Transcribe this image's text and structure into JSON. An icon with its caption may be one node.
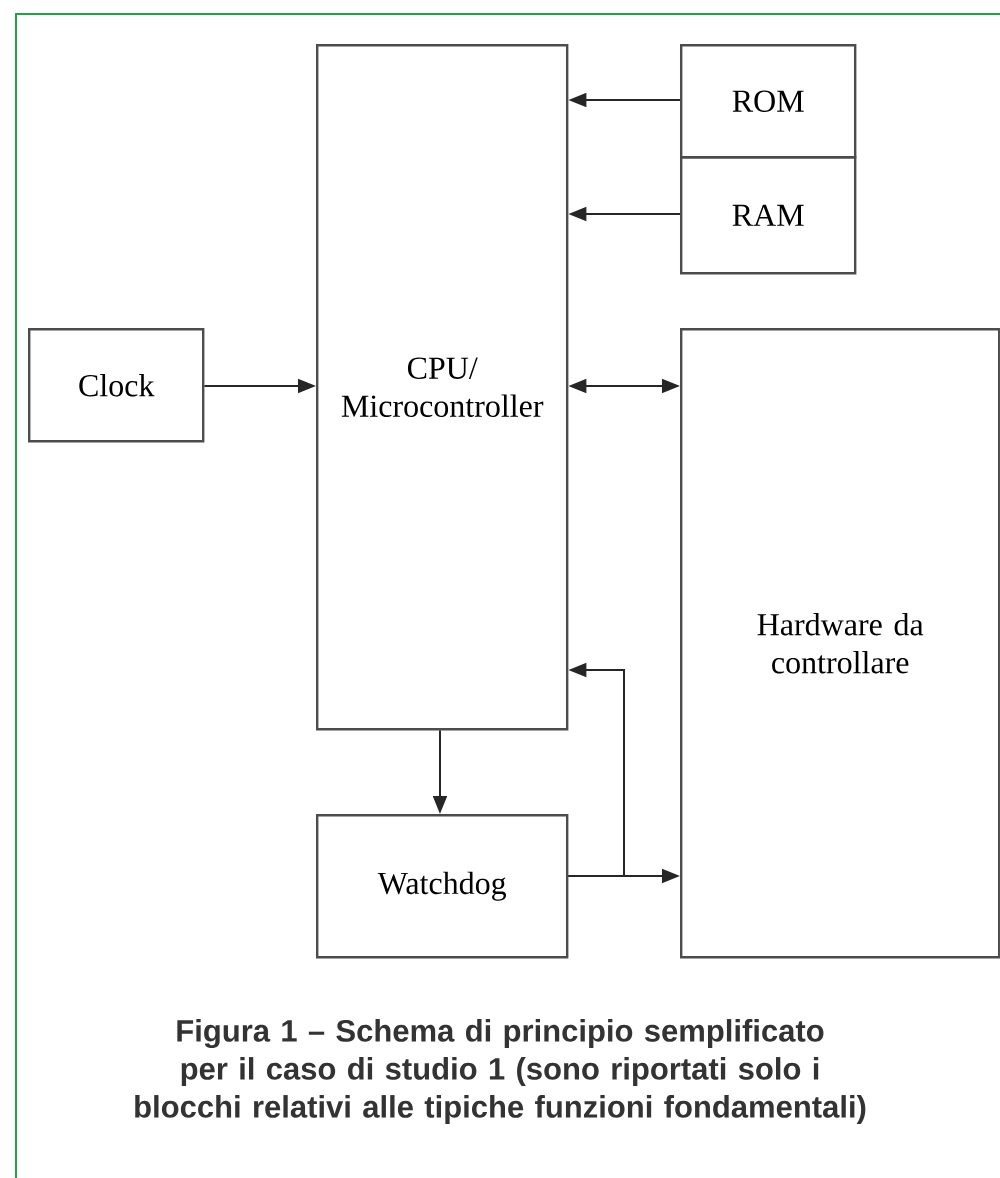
{
  "diagram": {
    "caption": "Figura 1 – Schema di principio semplificato per il caso di studio 1 (sono riportati solo i blocchi relativi alle tipiche funzioni fondamentali)",
    "nodes": [
      {
        "text": [
          "Clock"
        ]
      },
      {
        "text": [
          "CPU/ Microcontroller"
        ]
      },
      {
        "text": [
          "ROM"
        ]
      },
      {
        "text": [
          "RAM"
        ]
      },
      {
        "text": [
          "Hardware da controllare"
        ]
      },
      {
        "text": [
          "Watchdog"
        ]
      }
    ],
    "edges": [
      {
        "from": 2,
        "to": 1,
        "arrow": "to"
      },
      {
        "from": 3,
        "to": 1,
        "arrow": "to"
      },
      {
        "from": 0,
        "to": 1,
        "arrow": "to"
      },
      {
        "from": 1,
        "to": 4,
        "arrow": "both"
      },
      {
        "from": 1,
        "to": 5,
        "arrow": "to"
      },
      {
        "from": 5,
        "to": 4,
        "arrow": "to"
      },
      {
        "from": 5,
        "to": 1,
        "arrow": "to"
      }
    ]
  }
}
